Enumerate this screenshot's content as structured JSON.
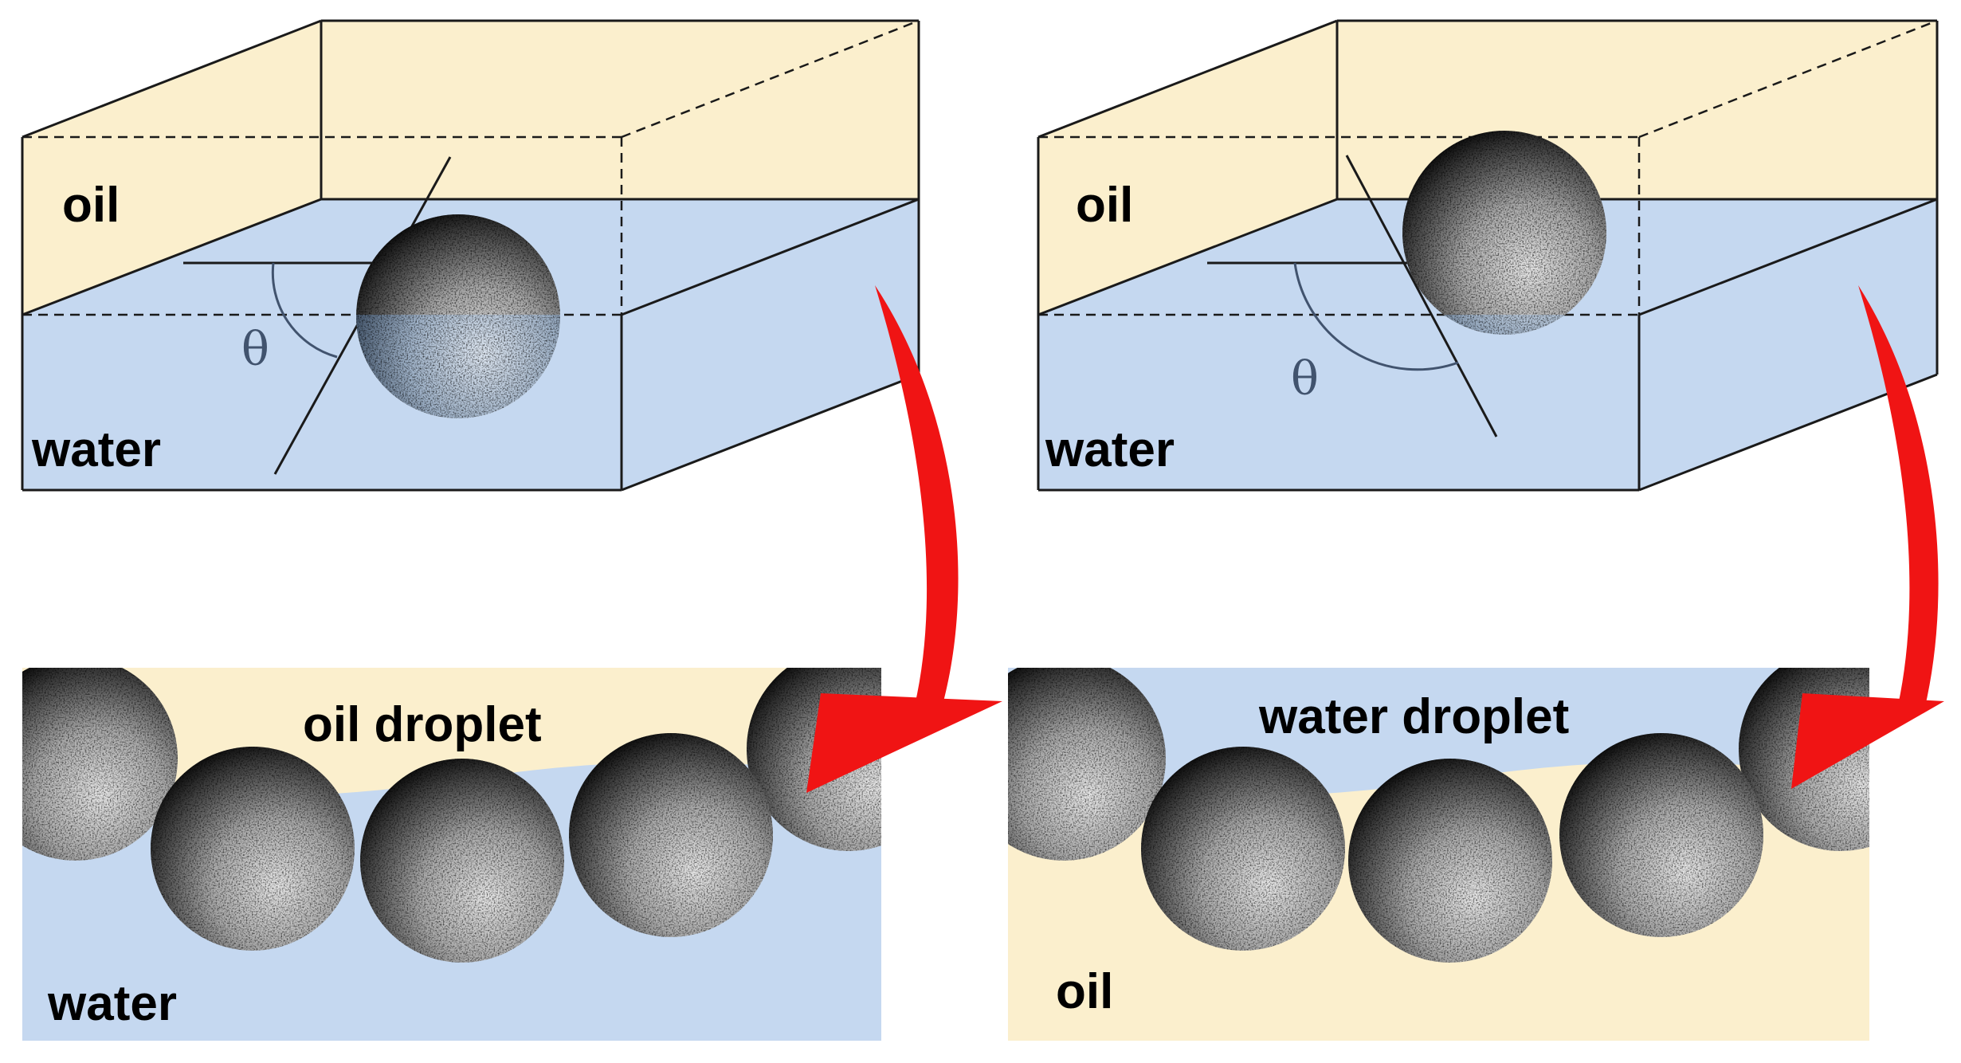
{
  "colors": {
    "oil": "#fbefcd",
    "water": "#c5d8f0",
    "outline": "#1a1a1a",
    "arrow": "#f01414",
    "particle_light": "#d9d9d9",
    "particle_dark": "#111111",
    "theta": "#41536e"
  },
  "left_panel": {
    "top": {
      "oil_label": "oil",
      "water_label": "water",
      "angle_label": "θ"
    },
    "bottom": {
      "droplet_label": "oil droplet",
      "outer_label": "water"
    },
    "contact_angle_deg": 60
  },
  "right_panel": {
    "top": {
      "oil_label": "oil",
      "water_label": "water",
      "angle_label": "θ"
    },
    "bottom": {
      "droplet_label": "water droplet",
      "outer_label": "oil"
    },
    "contact_angle_deg": 120
  }
}
